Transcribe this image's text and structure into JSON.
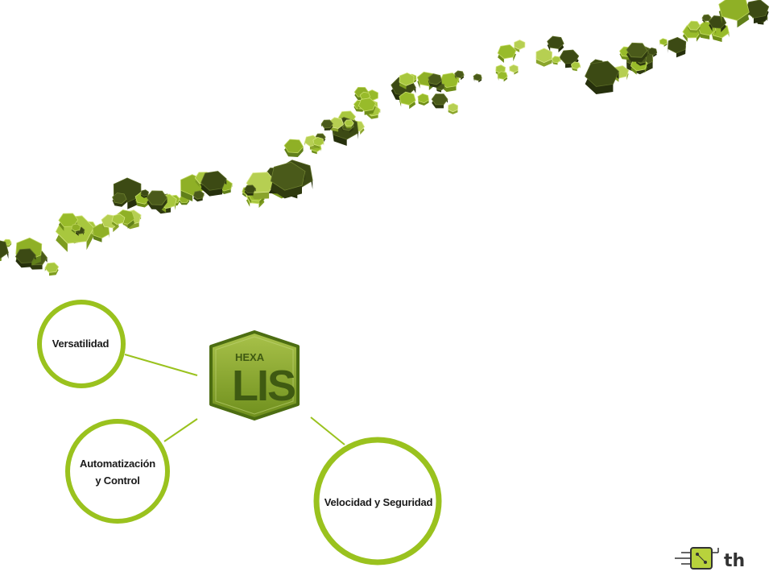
{
  "colors": {
    "accent": "#9ac21e",
    "hex_fill": "#8aaa2c",
    "hex_dark": "#4c6d12",
    "connector": "#9ac21e"
  },
  "center": {
    "title_small": "HEXA",
    "title_big": "LIS",
    "icon": "hexagon-icon"
  },
  "nodes": [
    {
      "id": "versatility",
      "lines": [
        "Versatilidad"
      ]
    },
    {
      "id": "automation",
      "lines": [
        "Automatización",
        "y Control"
      ]
    },
    {
      "id": "speed",
      "lines": [
        "Velocidad y Seguridad"
      ]
    }
  ],
  "logo": {
    "text": "th",
    "icon": "circuit-chip-icon"
  }
}
